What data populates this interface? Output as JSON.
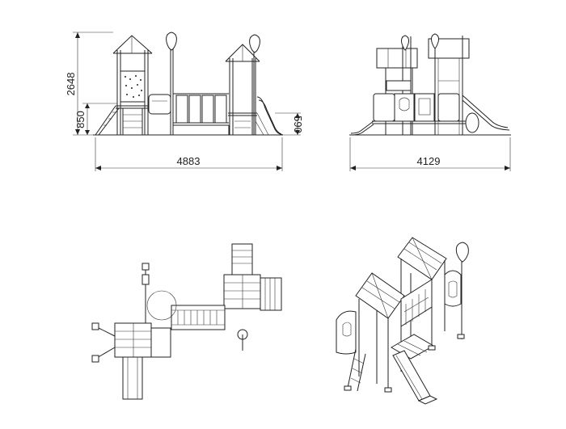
{
  "dimensions": {
    "front_height": "2648",
    "front_platform_height": "850",
    "front_slide_height": "590",
    "front_width": "4883",
    "side_width": "4129"
  }
}
